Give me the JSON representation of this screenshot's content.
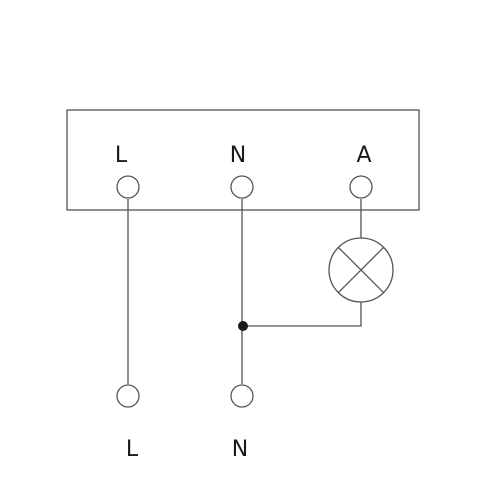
{
  "device": {
    "terminals": [
      {
        "id": "L",
        "label": "L"
      },
      {
        "id": "N",
        "label": "N"
      },
      {
        "id": "A",
        "label": "A"
      }
    ]
  },
  "supply": {
    "terminals": [
      {
        "id": "L",
        "label": "L"
      },
      {
        "id": "N",
        "label": "N"
      }
    ]
  },
  "load": {
    "symbol": "lamp-icon"
  },
  "colors": {
    "line": "#555555",
    "junction": "#1a1a1a",
    "text": "#1a1a1a"
  }
}
